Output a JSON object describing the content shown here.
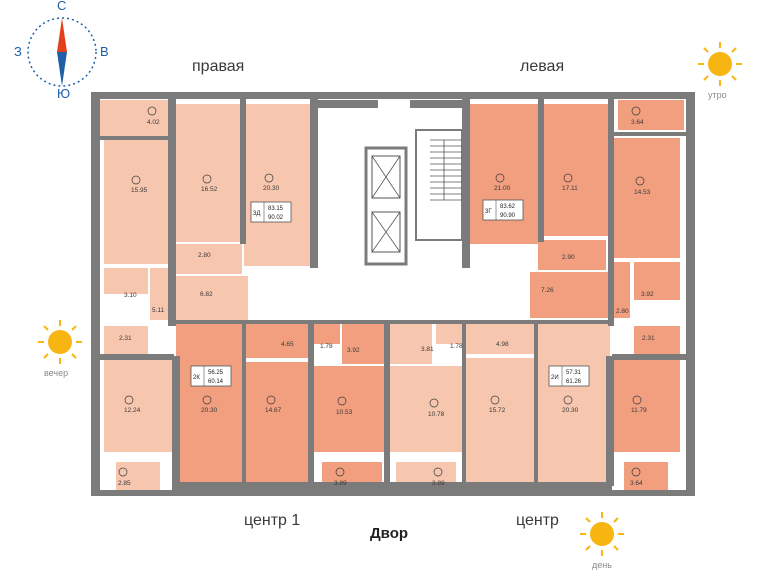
{
  "compass": {
    "north": "С",
    "south": "Ю",
    "west": "З",
    "east": "В"
  },
  "sides": {
    "top_left": "правая",
    "top_right": "левая",
    "bottom_left": "центр 1",
    "bottom_right": "центр"
  },
  "yard": "Двор",
  "sun_labels": {
    "morning": "утро",
    "evening": "вечер",
    "day": "день"
  },
  "colors": {
    "flat_light": "#f7c6ae",
    "flat_dark": "#f19f7f",
    "wall": "#7b7b7b",
    "sun": "#f7b512",
    "compass": "#1f5fa8",
    "needle_red": "#e2401c"
  },
  "apartments": [
    {
      "code": "3Д",
      "area_living": "83.15",
      "area_total": "90.02"
    },
    {
      "code": "3Г",
      "area_living": "83.62",
      "area_total": "90.90"
    },
    {
      "code": "2К",
      "area_living": "56.25",
      "area_total": "60.14"
    },
    {
      "code": "2И",
      "area_living": "57.31",
      "area_total": "61.26"
    }
  ],
  "rooms": [
    "4.02",
    "15.95",
    "16.52",
    "20.30",
    "2.80",
    "6.82",
    "3.10",
    "5.11",
    "2.31",
    "21.00",
    "17.11",
    "14.53",
    "3.64",
    "2.90",
    "7.26",
    "3.92",
    "2.80",
    "2.31",
    "4.65",
    "1.78",
    "3.92",
    "3.81",
    "1.78",
    "4.98",
    "12.24",
    "20.30",
    "14.67",
    "10.53",
    "10.78",
    "15.72",
    "20.30",
    "11.79",
    "2.85",
    "3.89",
    "3.89",
    "3.64"
  ]
}
